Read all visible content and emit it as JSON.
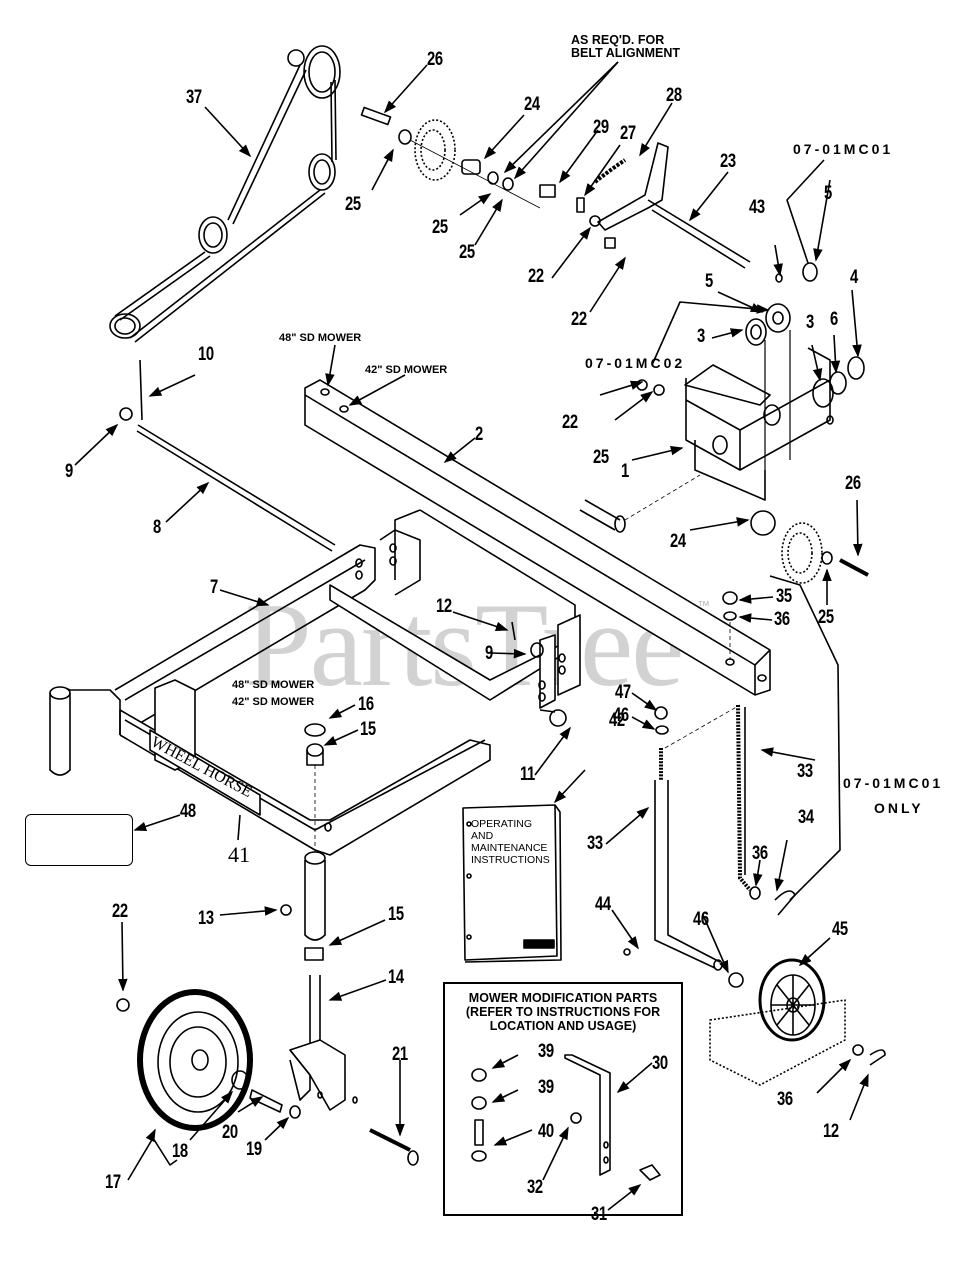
{
  "watermark": {
    "text": "PartsTree",
    "tm": "™"
  },
  "notes": {
    "belt_alignment": "AS REQ'D. FOR\nBELT ALIGNMENT",
    "belt_alignment_line1": "AS REQ'D. FOR",
    "belt_alignment_line2": "BELT ALIGNMENT",
    "mower48_top": "48\" SD MOWER",
    "mower42_top": "42\" SD MOWER",
    "mower48_left": "48\" SD MOWER",
    "mower42_left": "42\" SD MOWER",
    "code_mc01_top": "07-01MC01",
    "code_mc02": "07-01MC02",
    "code_mc01_right": "07-01MC01",
    "only": "ONLY"
  },
  "manual": {
    "line1": "OPERATING",
    "line2": "AND",
    "line3": "MAINTENANCE",
    "line4": "INSTRUCTIONS"
  },
  "frame_brand": "WHEEL HORSE",
  "modification_box": {
    "title_line1": "MOWER MODIFICATION PARTS",
    "title_line2": "(REFER TO INSTRUCTIONS FOR",
    "title_line3": "LOCATION AND USAGE)"
  },
  "callouts": [
    {
      "id": "c37",
      "label": "37"
    },
    {
      "id": "c26a",
      "label": "26"
    },
    {
      "id": "c25a",
      "label": "25"
    },
    {
      "id": "c24a",
      "label": "24"
    },
    {
      "id": "c25b",
      "label": "25"
    },
    {
      "id": "c25c",
      "label": "25"
    },
    {
      "id": "c29",
      "label": "29"
    },
    {
      "id": "c27",
      "label": "27"
    },
    {
      "id": "c28",
      "label": "28"
    },
    {
      "id": "c23",
      "label": "23"
    },
    {
      "id": "c22a",
      "label": "22"
    },
    {
      "id": "c22b",
      "label": "22"
    },
    {
      "id": "c43",
      "label": "43"
    },
    {
      "id": "c5a",
      "label": "5"
    },
    {
      "id": "c5b",
      "label": "5"
    },
    {
      "id": "c4",
      "label": "4"
    },
    {
      "id": "c3a",
      "label": "3"
    },
    {
      "id": "c3b",
      "label": "3"
    },
    {
      "id": "c6",
      "label": "6"
    },
    {
      "id": "c10",
      "label": "10"
    },
    {
      "id": "c9a",
      "label": "9"
    },
    {
      "id": "c8",
      "label": "8"
    },
    {
      "id": "c2",
      "label": "2"
    },
    {
      "id": "c22c",
      "label": "22"
    },
    {
      "id": "c25d",
      "label": "25"
    },
    {
      "id": "c1",
      "label": "1"
    },
    {
      "id": "c24b",
      "label": "24"
    },
    {
      "id": "c26b",
      "label": "26"
    },
    {
      "id": "c25e",
      "label": "25"
    },
    {
      "id": "c7",
      "label": "7"
    },
    {
      "id": "c12a",
      "label": "12"
    },
    {
      "id": "c9b",
      "label": "9"
    },
    {
      "id": "c35",
      "label": "35"
    },
    {
      "id": "c36a",
      "label": "36"
    },
    {
      "id": "c16",
      "label": "16"
    },
    {
      "id": "c15a",
      "label": "15"
    },
    {
      "id": "c47",
      "label": "47"
    },
    {
      "id": "c46a",
      "label": "46"
    },
    {
      "id": "c11",
      "label": "11"
    },
    {
      "id": "c42",
      "label": "42"
    },
    {
      "id": "c33a",
      "label": "33"
    },
    {
      "id": "c33b",
      "label": "33"
    },
    {
      "id": "c48",
      "label": "48"
    },
    {
      "id": "c13",
      "label": "13"
    },
    {
      "id": "c15b",
      "label": "15"
    },
    {
      "id": "c36b",
      "label": "36"
    },
    {
      "id": "c34",
      "label": "34"
    },
    {
      "id": "c44",
      "label": "44"
    },
    {
      "id": "c22d",
      "label": "22"
    },
    {
      "id": "c14",
      "label": "14"
    },
    {
      "id": "c45",
      "label": "45"
    },
    {
      "id": "c46b",
      "label": "46"
    },
    {
      "id": "c21",
      "label": "21"
    },
    {
      "id": "c18",
      "label": "18"
    },
    {
      "id": "c20",
      "label": "20"
    },
    {
      "id": "c19",
      "label": "19"
    },
    {
      "id": "c17",
      "label": "17"
    },
    {
      "id": "c39a",
      "label": "39"
    },
    {
      "id": "c39b",
      "label": "39"
    },
    {
      "id": "c40",
      "label": "40"
    },
    {
      "id": "c30",
      "label": "30"
    },
    {
      "id": "c32",
      "label": "32"
    },
    {
      "id": "c31",
      "label": "31"
    },
    {
      "id": "c36c",
      "label": "36"
    },
    {
      "id": "c12b",
      "label": "12"
    }
  ],
  "callout_41": "41"
}
